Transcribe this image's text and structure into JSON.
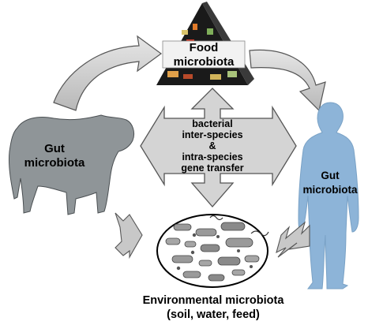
{
  "food": {
    "line1": "Food",
    "line2": "microbiota"
  },
  "cow": {
    "line1": "Gut",
    "line2": "microbiota"
  },
  "human": {
    "line1": "Gut",
    "line2": "microbiota"
  },
  "center": {
    "line1": "bacterial",
    "line2": "inter-species",
    "line3": "&",
    "line4": "intra-species",
    "line5": "gene transfer"
  },
  "environment": {
    "line1": "Environmental microbiota",
    "line2": "(soil, water, feed)"
  },
  "colors": {
    "arrow_fill": "#c8c8c8",
    "arrow_stroke": "#555555",
    "cow": "#8f9598",
    "human": "#8db4d8",
    "pyramid": "#1a1a1a"
  }
}
